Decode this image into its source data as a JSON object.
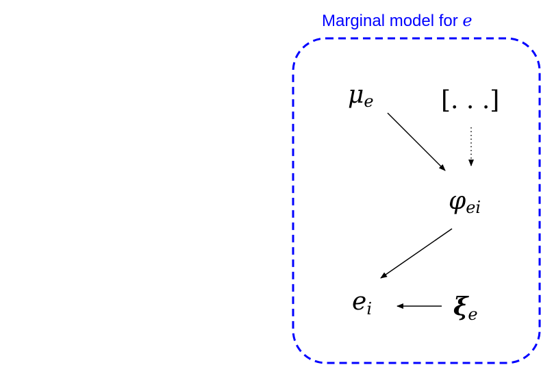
{
  "box": {
    "title_prefix": "Marginal model for ",
    "title_var": "e",
    "color": "#0000ff"
  },
  "nodes": {
    "mu": {
      "base": "μ",
      "sub": "e"
    },
    "dots": {
      "text": "[. . .]"
    },
    "phi": {
      "base": "φ",
      "sub": "ei"
    },
    "e": {
      "base": "e",
      "sub": "i"
    },
    "xi": {
      "base": "ξ",
      "sub": "e"
    }
  },
  "edges": [
    {
      "from": "mu",
      "to": "phi",
      "style": "solid"
    },
    {
      "from": "dots",
      "to": "phi",
      "style": "dotted"
    },
    {
      "from": "phi",
      "to": "e",
      "style": "solid"
    },
    {
      "from": "xi",
      "to": "e",
      "style": "solid"
    }
  ]
}
